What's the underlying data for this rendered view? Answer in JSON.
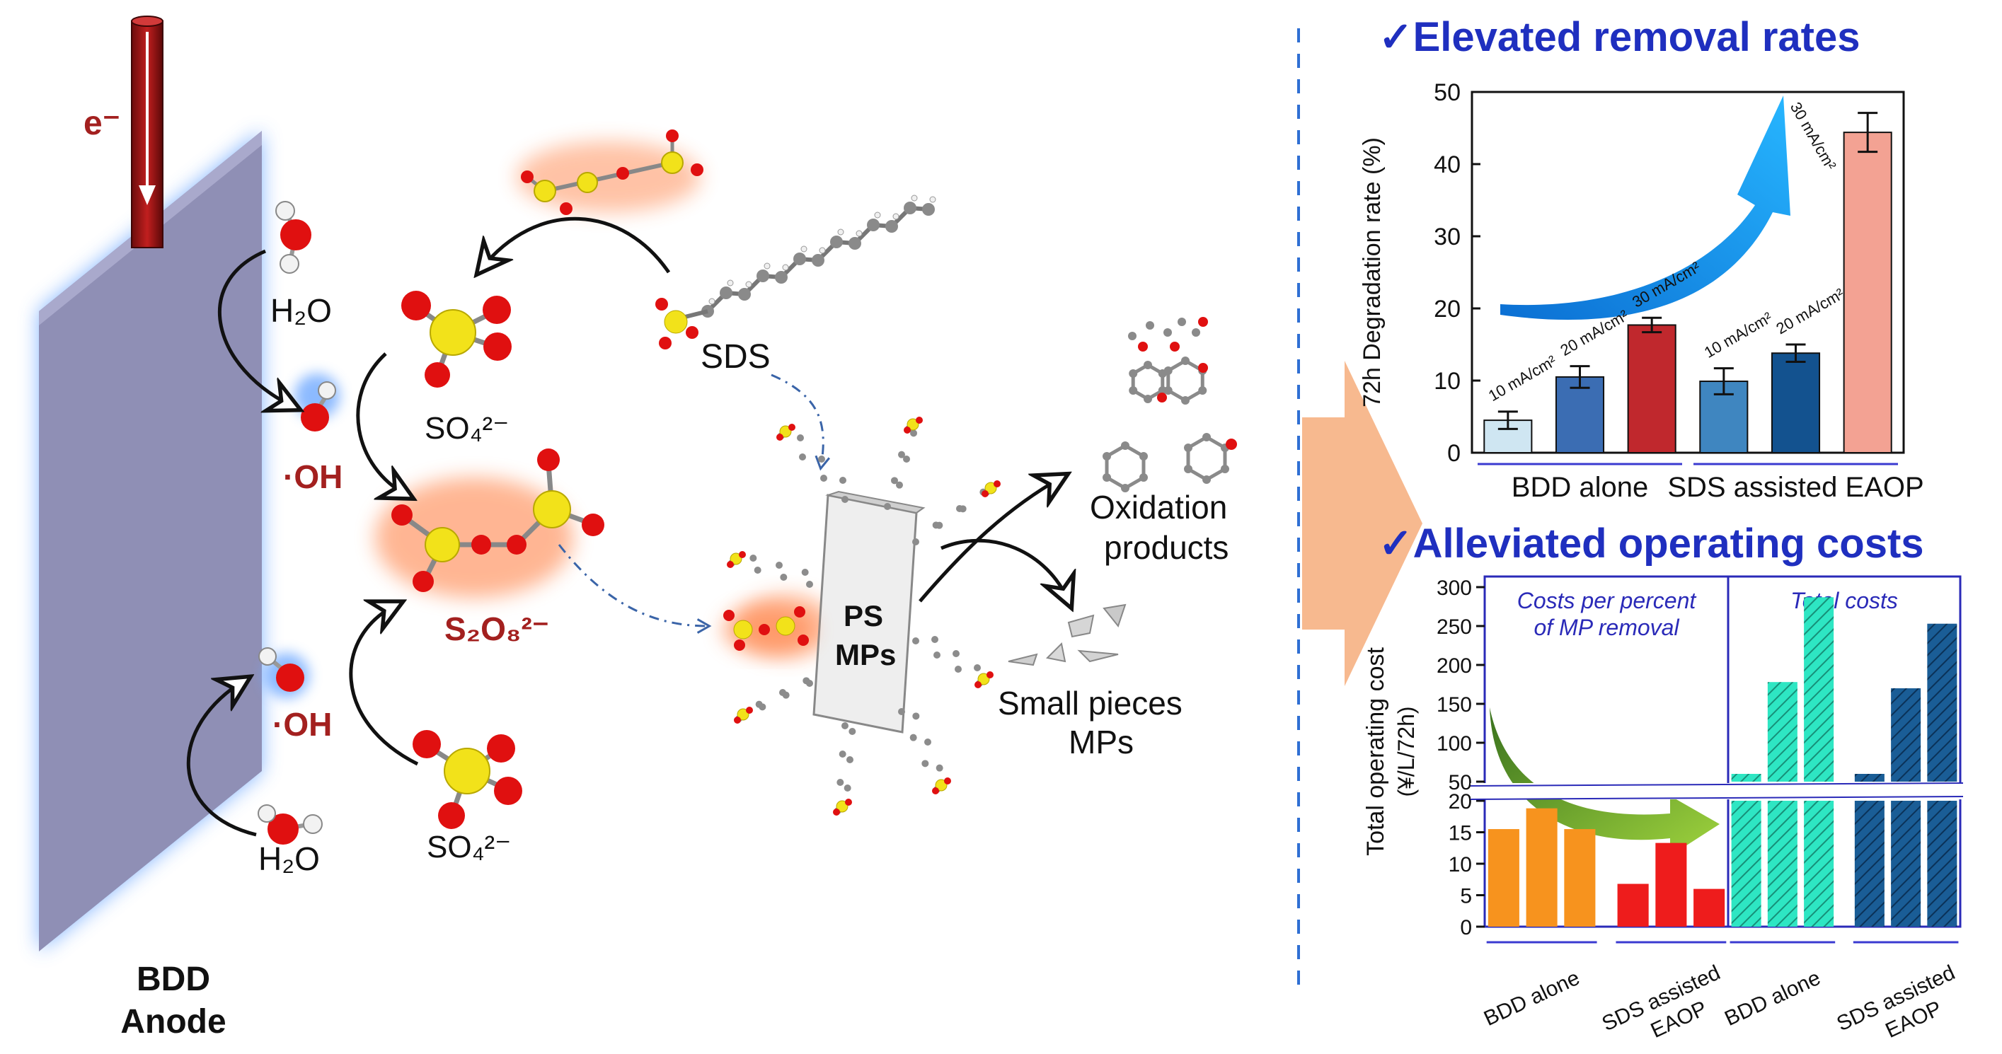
{
  "left": {
    "electron_label": "e⁻",
    "anode_label_line1": "BDD",
    "anode_label_line2": "Anode",
    "water_top": "H₂O",
    "water_bottom": "H₂O",
    "hydroxyl_top": "·OH",
    "hydroxyl_bottom": "·OH",
    "sulfate_top": "SO₄²⁻",
    "sulfate_bottom": "SO₄²⁻",
    "persulfate": "S₂O₈²⁻",
    "surfactant": "SDS",
    "particle_line1": "PS",
    "particle_line2": "MPs",
    "products_line1": "Oxidation",
    "products_line2": "products",
    "pieces_line1": "Small pieces",
    "pieces_line2": "MPs"
  },
  "colors": {
    "anode": "#8f8fb5",
    "anode_glow": "#6fa9ff",
    "dark_red": "#a3201f",
    "title_blue": "#1f2fbf",
    "arrow_peach": "#f7b98f"
  },
  "top_chart": {
    "title": "✓Elevated removal rates",
    "ylabel": "72h Degradation rate (%)",
    "ylim": [
      0,
      50
    ],
    "yticks": [
      "0",
      "10",
      "20",
      "30",
      "40",
      "50"
    ],
    "bars": [
      {
        "label": "10 mA/cm²",
        "value": 4.5,
        "err": 1.2,
        "color": "#cfe6f2"
      },
      {
        "label": "20 mA/cm²",
        "value": 10.5,
        "err": 1.5,
        "color": "#3b6db3"
      },
      {
        "label": "30 mA/cm²",
        "value": 17.7,
        "err": 1.0,
        "color": "#c0282d"
      },
      {
        "label": "10 mA/cm²",
        "value": 9.9,
        "err": 1.8,
        "color": "#3f86c0"
      },
      {
        "label": "20 mA/cm²",
        "value": 13.8,
        "err": 1.2,
        "color": "#13528f"
      },
      {
        "label": "30 mA/cm²",
        "value": 44.4,
        "err": 2.7,
        "color": "#f3a293"
      }
    ],
    "group_labels": [
      "BDD alone",
      "SDS assisted EAOP"
    ]
  },
  "bottom_chart": {
    "title": "✓Alleviated operating costs",
    "ylabel_line1": "Total operating cost",
    "ylabel_line2": "(¥/L/72h)",
    "upper_ticks": [
      "50",
      "100",
      "150",
      "200",
      "250",
      "300"
    ],
    "lower_ticks": [
      "0",
      "5",
      "10",
      "15",
      "20"
    ],
    "panel_left_title_line1": "Costs per percent",
    "panel_left_title_line2": "of MP removal",
    "panel_right_title": "Total costs",
    "per_percent_values": [
      15.5,
      18.8,
      15.5,
      6.8,
      13.3,
      6.0
    ],
    "per_percent_colors": [
      "#f7931e",
      "#f7931e",
      "#f7931e",
      "#ee1c1c",
      "#ee1c1c",
      "#ee1c1c"
    ],
    "total_values": [
      60,
      178,
      287,
      60,
      170,
      253
    ],
    "total_colors": [
      "#2ee6c3",
      "#2ee6c3",
      "#2ee6c3",
      "#1a5d96",
      "#1a5d96",
      "#1a5d96"
    ],
    "group_labels": [
      "BDD alone",
      "SDS assisted EAOP",
      "BDD alone",
      "SDS assisted EAOP"
    ]
  }
}
